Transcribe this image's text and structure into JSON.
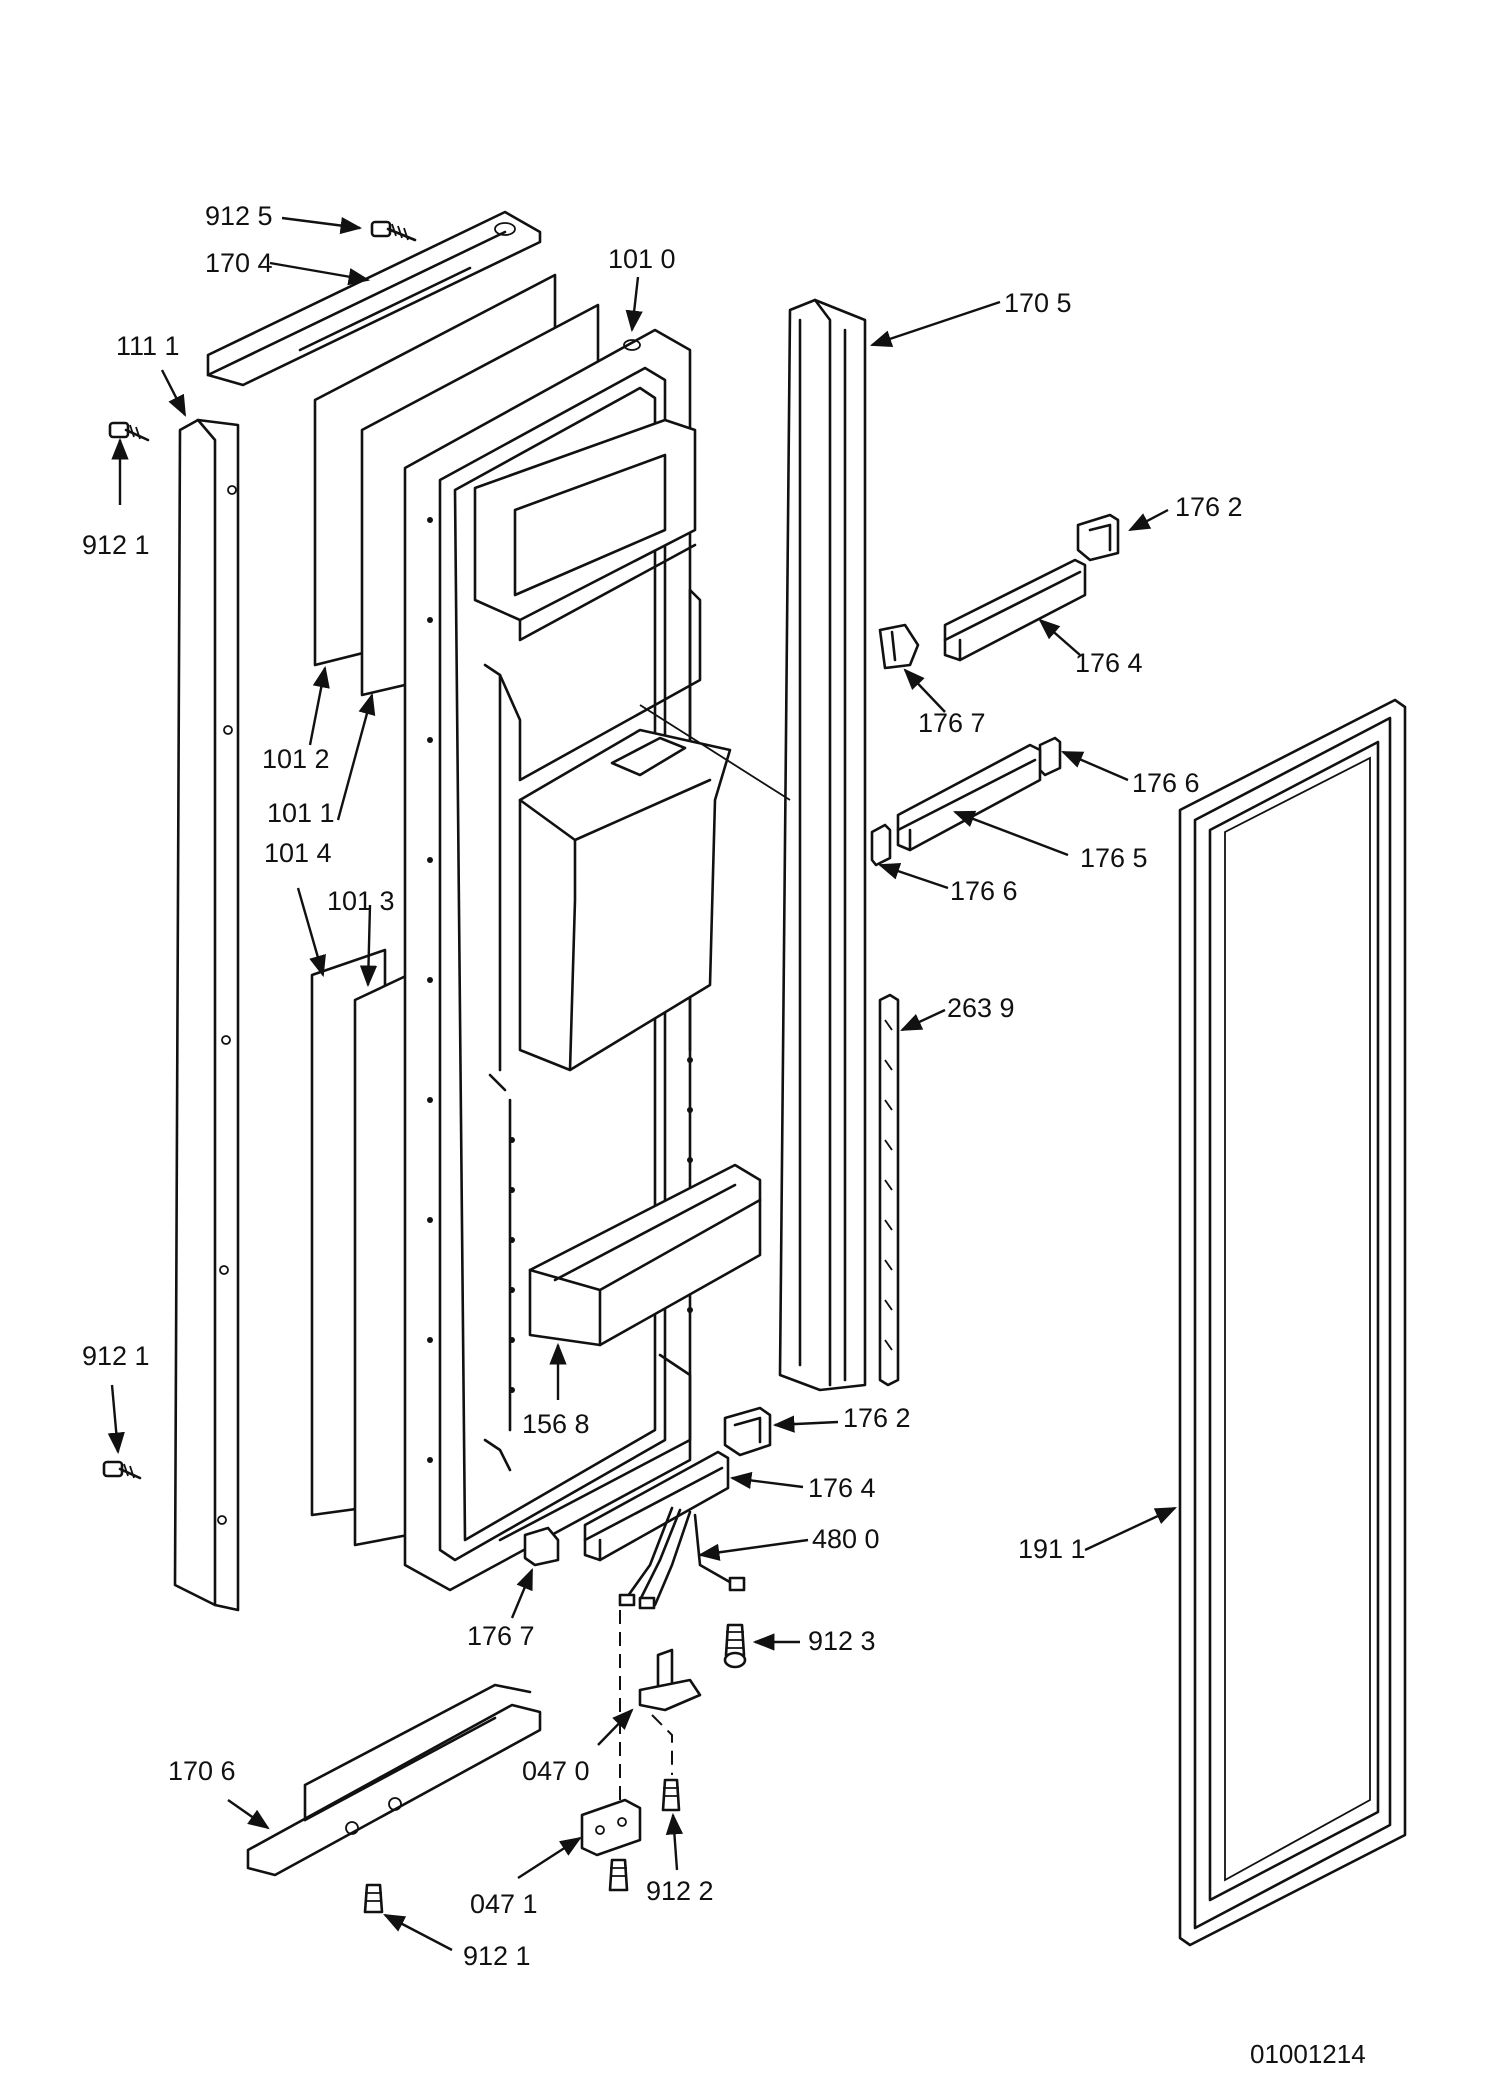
{
  "diagram": {
    "drawing_code": "01001214",
    "labels": [
      {
        "id": "l-9125",
        "text": "912 5"
      },
      {
        "id": "l-1704",
        "text": "170 4"
      },
      {
        "id": "l-1010",
        "text": "101 0"
      },
      {
        "id": "l-1705",
        "text": "170 5"
      },
      {
        "id": "l-1111",
        "text": "111 1"
      },
      {
        "id": "l-9121a",
        "text": "912 1"
      },
      {
        "id": "l-1762a",
        "text": "176 2"
      },
      {
        "id": "l-1764a",
        "text": "176 4"
      },
      {
        "id": "l-1767a",
        "text": "176 7"
      },
      {
        "id": "l-1012",
        "text": "101 2"
      },
      {
        "id": "l-1011",
        "text": "101 1"
      },
      {
        "id": "l-1766a",
        "text": "176 6"
      },
      {
        "id": "l-1014",
        "text": "101 4"
      },
      {
        "id": "l-1765",
        "text": "176 5"
      },
      {
        "id": "l-1013",
        "text": "101 3"
      },
      {
        "id": "l-1766b",
        "text": "176 6"
      },
      {
        "id": "l-2639",
        "text": "263 9"
      },
      {
        "id": "l-9121b",
        "text": "912 1"
      },
      {
        "id": "l-1568",
        "text": "156 8"
      },
      {
        "id": "l-1762b",
        "text": "176 2"
      },
      {
        "id": "l-1764b",
        "text": "176 4"
      },
      {
        "id": "l-4800",
        "text": "480 0"
      },
      {
        "id": "l-1911",
        "text": "191 1"
      },
      {
        "id": "l-1767b",
        "text": "176 7"
      },
      {
        "id": "l-9123",
        "text": "912 3"
      },
      {
        "id": "l-1706",
        "text": "170 6"
      },
      {
        "id": "l-0470",
        "text": "047 0"
      },
      {
        "id": "l-0471",
        "text": "047 1"
      },
      {
        "id": "l-9122",
        "text": "912 2"
      },
      {
        "id": "l-9121c",
        "text": "912 1"
      }
    ]
  }
}
